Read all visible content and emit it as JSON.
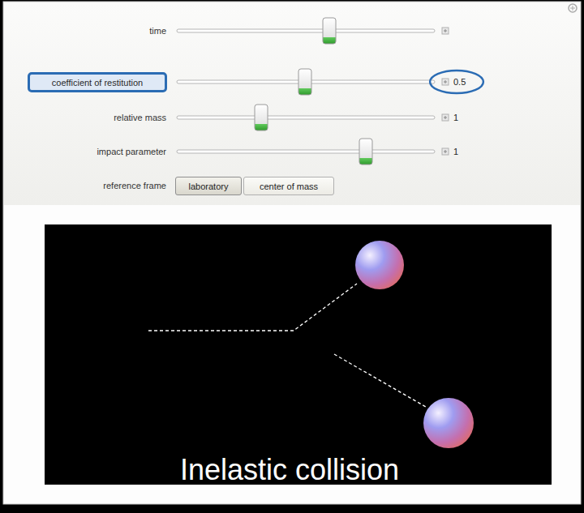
{
  "diagram": {
    "nodes": [
      {
        "text": [
          "coefficient of restitution"
        ]
      },
      {
        "text": [
          "0.5"
        ]
      },
      {
        "text": [
          "laboratory"
        ]
      },
      {
        "text": [
          "center of mass"
        ]
      }
    ],
    "labels": [
      "time",
      "relative mass",
      "1",
      "impact parameter",
      "1",
      "reference frame",
      "Inelastic collision"
    ]
  }
}
